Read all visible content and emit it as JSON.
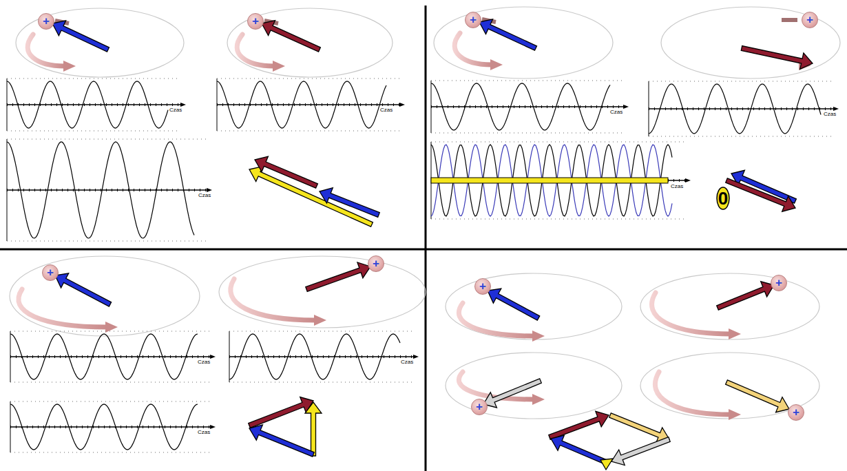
{
  "diagram": {
    "nodes": [
      {
        "text": [
          "+"
        ]
      },
      {
        "text": [
          "+"
        ]
      },
      {
        "text": [
          "+"
        ]
      },
      {
        "text": [
          "+"
        ]
      },
      {
        "text": [
          "+"
        ]
      },
      {
        "text": [
          "+"
        ]
      },
      {
        "text": [
          "+"
        ]
      },
      {
        "text": [
          "+"
        ]
      },
      {
        "text": [
          "+"
        ]
      },
      {
        "text": [
          "+"
        ]
      }
    ],
    "labels": [
      "Czas",
      "Czas",
      "Czas",
      "Czas",
      "Czas",
      "Czas",
      "0",
      "Czas",
      "Czas",
      "Czas"
    ]
  }
}
